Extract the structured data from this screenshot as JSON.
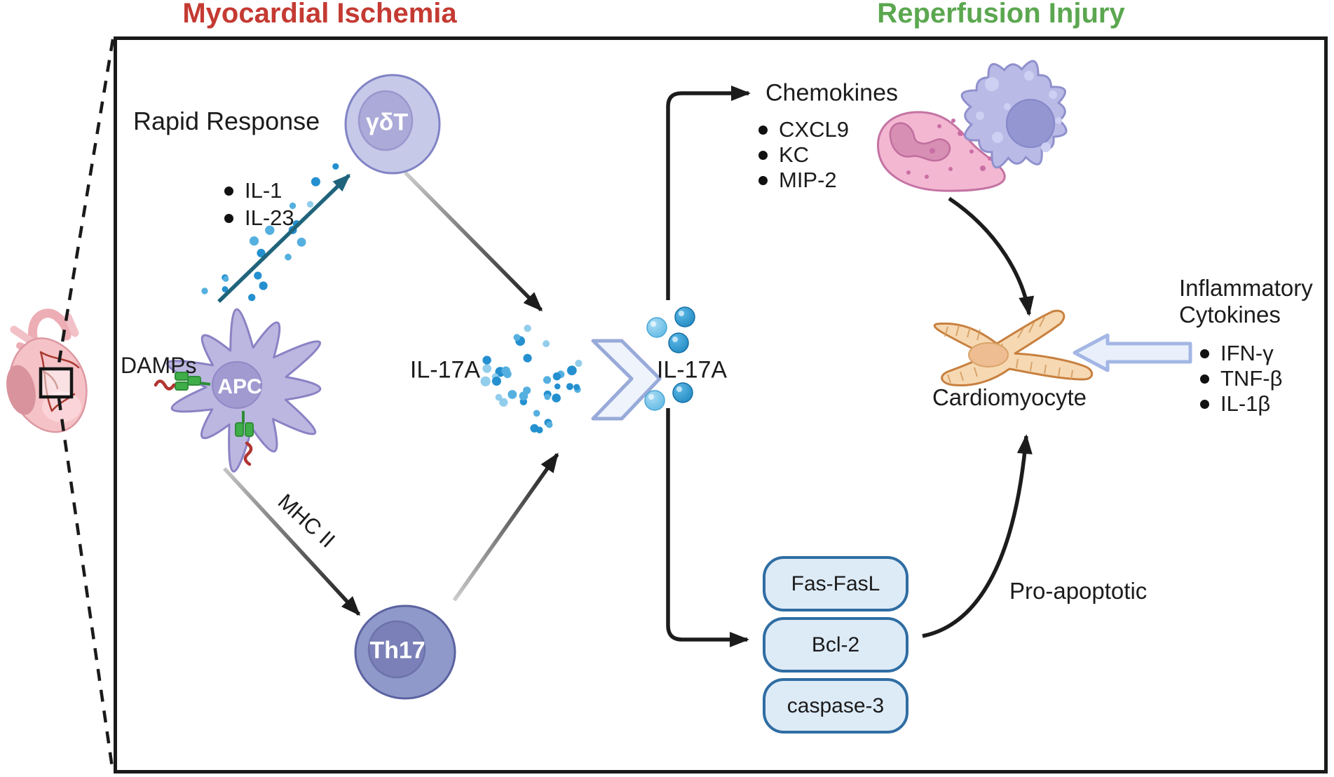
{
  "titles": {
    "left": "Myocardial Ischemia",
    "right": "Reperfusion Injury"
  },
  "labels": {
    "rapid_response": "Rapid Response",
    "damps": "DAMPs",
    "mhc2": "MHC II",
    "il17a_left": "IL-17A",
    "il17a_right": "IL-17A",
    "chemokines": "Chemokines",
    "cardiomyocyte": "Cardiomyocyte",
    "pro_apoptotic": "Pro-apoptotic",
    "inflammatory_line1": "Inflammatory",
    "inflammatory_line2": "Cytokines"
  },
  "cells": {
    "gamma_delta_t": "γδT",
    "apc": "APC",
    "th17": "Th17"
  },
  "bullet_lists": {
    "apc_cytokines": [
      "IL-1",
      "IL-23"
    ],
    "chemokines": [
      "CXCL9",
      "KC",
      "MIP-2"
    ],
    "inflammatory_cytokines": [
      "IFN-γ",
      "TNF-β",
      "IL-1β"
    ]
  },
  "boxes": [
    "Fas-FasL",
    "Bcl-2",
    "caspase-3"
  ],
  "colors": {
    "title_red": "#c43a32",
    "title_green": "#5ba750",
    "teal_arrow": "#20647b",
    "arrow_black": "#1c1c1c",
    "dot_blues": [
      "#2490cf",
      "#55b0e0",
      "#93cdec"
    ],
    "sphere_dark": "#1f8ec9",
    "sphere_light": "#6fc2e8",
    "box_border": "#2f6da3",
    "box_bg": "#ddebf7",
    "chevron_border": "#98aad9",
    "chevron_fill": "#eef3fc",
    "gdt_cell_fill": "#c6c9e8",
    "th17_cell_fill": "#8f99ca",
    "apc_cell_fill": "#bcb7e0",
    "neutrophil_pink": "#f3b7d2",
    "macrophage_purple": "#b9bae6",
    "cardiomyocyte_tan": "#f6d9b3"
  }
}
